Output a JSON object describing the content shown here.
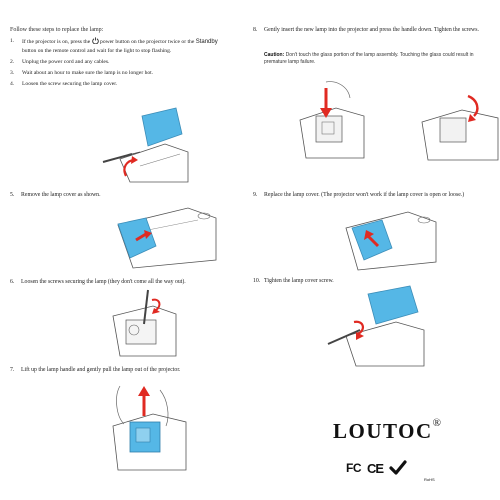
{
  "intro": "Follow these steps to replace the lamp:",
  "steps_top": [
    {
      "num": "1.",
      "pre": "If the projector is on, press the",
      "icon": "power-icon",
      "mid": "power button on the projector twice or the",
      "standby": "Standby",
      "post": "button on the remote control and wait for the light to stop flashing."
    },
    {
      "num": "2.",
      "text": "Unplug the power cord and any cables."
    },
    {
      "num": "3.",
      "text": "Wait about an hour to make sure the lamp is no longer hot."
    },
    {
      "num": "4.",
      "text": "Loosen the screw securing the lamp cover."
    }
  ],
  "step5": {
    "num": "5.",
    "text": "Remove the lamp cover as shown."
  },
  "step6": {
    "num": "6.",
    "text": "Loosen the screws securing the lamp (they don't come all the way out)."
  },
  "step7": {
    "num": "7.",
    "text": "Lift up the lamp handle and gently pull the lamp out of the projector."
  },
  "step8": {
    "num": "8.",
    "text": "Gently insert the new lamp into the projector and press the handle down. Tighten the screws."
  },
  "caution": {
    "label": "Caution:",
    "text": "Don't touch the glass portion of the lamp assembly. Touching the glass could result in premature lamp failure."
  },
  "step9": {
    "num": "9.",
    "text": "Replace the lamp cover. (The projector won't work if the lamp cover is open or loose.)"
  },
  "step10": {
    "num": "10.",
    "text": "Tighten the lamp cover screw."
  },
  "brand": {
    "name": "LOUTOC",
    "mark": "®"
  },
  "certs": {
    "fc": "FC",
    "ce": "CE",
    "rohs": "RoHS"
  },
  "colors": {
    "cover_blue": "#55b7e6",
    "arrow_red": "#e02a22",
    "line": "#4a4a4a"
  }
}
